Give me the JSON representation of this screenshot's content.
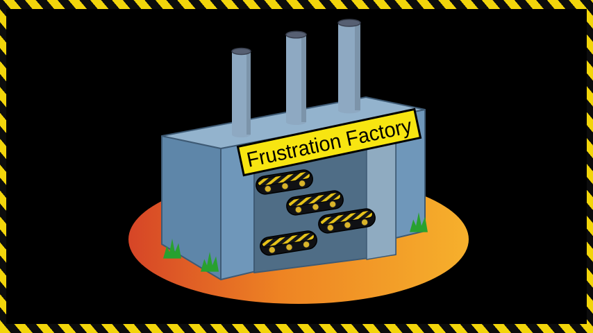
{
  "scene": {
    "sign": {
      "label": "Frustration Factory",
      "bg_color": "#f7e511",
      "text_color": "#000000",
      "border_color": "#000000"
    },
    "frame": {
      "stripe_yellow": "#f2d50b",
      "stripe_black": "#0c0c0c",
      "background": "#000000"
    },
    "ground": {
      "gradient_left": "#d64527",
      "gradient_mid": "#ee8423",
      "gradient_right": "#f6b02c"
    },
    "factory": {
      "front_color": "#6f97ba",
      "side_color": "#5e86a9",
      "roof_color": "#93b3cd",
      "outline_color": "#3e5a74",
      "interior_back_color": "#4f6d86",
      "interior_wall_color": "#8fabc1",
      "chimney_body_color": "#8ea9c2",
      "chimney_top_color": "#565f72",
      "chimney_count": 3
    },
    "conveyors": {
      "count": 4,
      "body_color": "#101114",
      "stripe_color": "#e6c319",
      "wheel_color": "#d9b42a"
    },
    "grass": {
      "tuft_count": 3,
      "color": "#28a12f"
    }
  }
}
